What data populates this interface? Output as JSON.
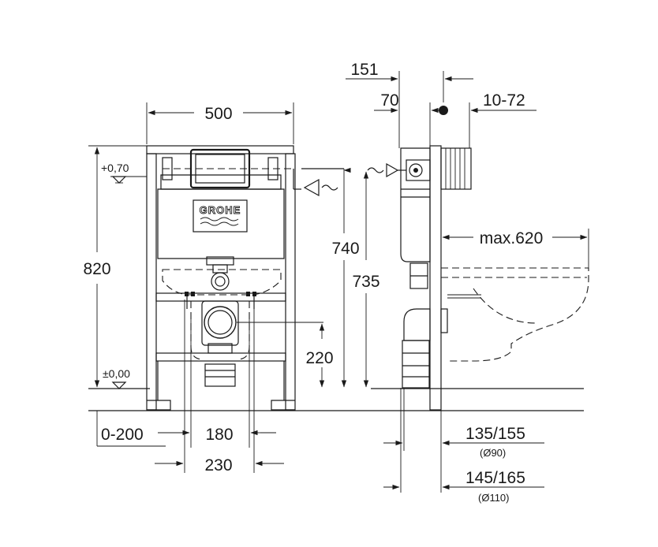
{
  "brand": {
    "logo_text": "GROHE"
  },
  "front_view": {
    "width": "500",
    "height": "820",
    "level_top": "+0,70",
    "level_floor": "±0,00",
    "adjust_range": "0-200",
    "spacing_inner": "180",
    "spacing_outer": "230",
    "drain_height": "220",
    "inlet_height": "740"
  },
  "side_view": {
    "depth_total": "151",
    "depth_frame": "70",
    "wall_gap": "10-72",
    "bowl_projection": "max.620",
    "inlet_height": "735",
    "pipe_small": "135/155",
    "pipe_small_dia": "(Ø90)",
    "pipe_large": "145/165",
    "pipe_large_dia": "(Ø110)"
  },
  "colors": {
    "line": "#1a1a1a",
    "background": "#ffffff"
  }
}
